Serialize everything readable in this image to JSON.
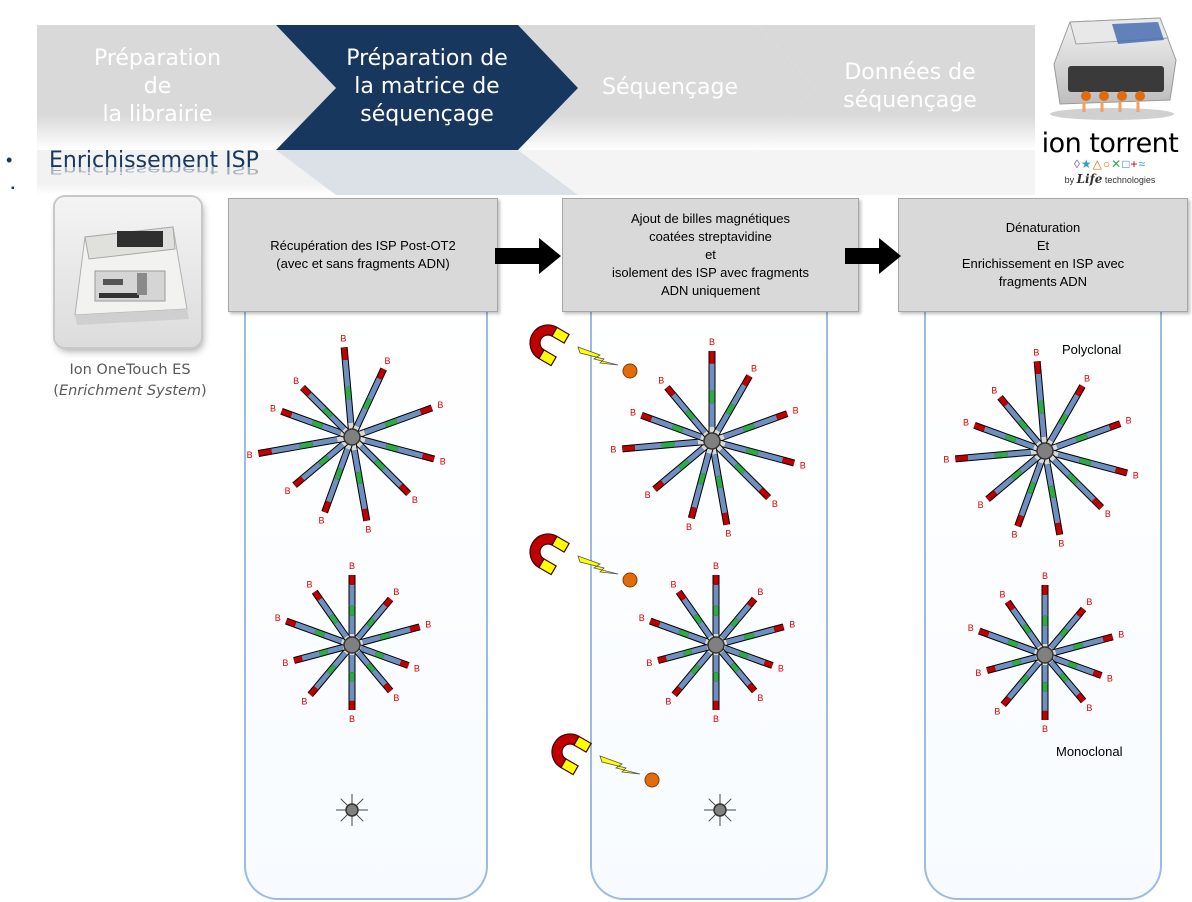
{
  "steps": [
    {
      "label": "Préparation\nde\nla librairie",
      "active": false
    },
    {
      "label": "Préparation de\nla matrice de\nséquençage",
      "active": true
    },
    {
      "label": "Séquençage",
      "active": false
    },
    {
      "label": "Données de\nséquençage",
      "active": false
    }
  ],
  "bullet": {
    "text": "Enrichissement ISP"
  },
  "device": {
    "caption_line1": "Ion OneTouch ES",
    "caption_line2": "Enrichment System"
  },
  "logo": {
    "name": "ion torrent",
    "symbols": "◊★△○✕□+≈",
    "by": "by",
    "brand": "Life",
    "brand_rest": " technologies"
  },
  "boxes": [
    {
      "text": "Récupération des ISP Post-OT2\n(avec  et sans fragments  ADN)"
    },
    {
      "text": "Ajout de billes magnétiques\ncoatées streptavidine\net\nisolement des ISP avec  fragments\nADN uniquement"
    },
    {
      "text": "Dénaturation\nEt\nEnrichissement en ISP avec\nfragments  ADN"
    }
  ],
  "labels": {
    "polyclonal": "Polyclonal",
    "monoclonal": "Monoclonal",
    "biotin": "B"
  },
  "colors": {
    "step_grey": "#d9d9d9",
    "step_active": "#17375e",
    "blue_seg": "#6f8fbf",
    "green_seg": "#2eaa4a",
    "red_seg": "#c00000",
    "core": "#808080",
    "bead": "#e36c0a"
  }
}
